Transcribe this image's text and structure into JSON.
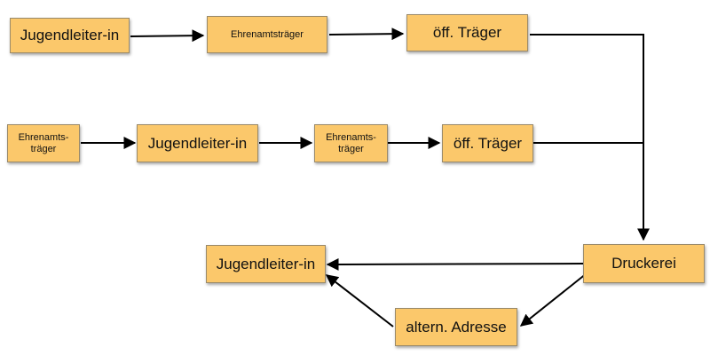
{
  "diagram": {
    "nodes": {
      "row1_jugendleiter": "Jugendleiter-in",
      "row1_ehrenamtstraeger": "Ehrenamtsträger",
      "row1_oeff_traeger": "öff. Träger",
      "row2_ehrenamtstraeger_a": "Ehrenamts-\nträger",
      "row2_jugendleiter": "Jugendleiter-in",
      "row2_ehrenamtstraeger_b": "Ehrenamts-\nträger",
      "row2_oeff_traeger": "öff. Träger",
      "druckerei": "Druckerei",
      "result_jugendleiter": "Jugendleiter-in",
      "altern_adresse": "altern. Adresse"
    },
    "colors": {
      "node_fill": "#fbc86b",
      "node_border": "#9a8a6a",
      "arrow": "#000000"
    }
  }
}
